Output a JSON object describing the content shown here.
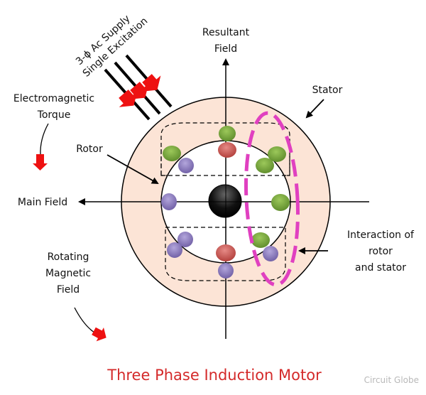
{
  "diagram": {
    "title": "Three Phase Induction Motor",
    "watermark": "Circuit Globe",
    "labels": {
      "supply_line1": "3-ϕ Ac Supply",
      "supply_line2": "Single Excitation",
      "resultant_line1": "Resultant",
      "resultant_line2": "Field",
      "stator": "Stator",
      "torque_line1": "Electromagnetic",
      "torque_line2": "Torque",
      "rotor": "Rotor",
      "main_field": "Main Field",
      "rotating_line1": "Rotating",
      "rotating_line2": "Magnetic",
      "rotating_line3": "Field",
      "interaction_line1": "Interaction of",
      "interaction_line2": "rotor",
      "interaction_line3": "and stator"
    },
    "colors": {
      "stator_fill": "#fce4d6",
      "title": "#d42a2a",
      "arrow_red": "#ee1111",
      "highlight": "#e040c0",
      "conductor_green": "#6f9a35",
      "conductor_purple": "#8a78b8",
      "conductor_red": "#c0504d"
    },
    "conductors": [
      {
        "id": "top-outer",
        "color": "green"
      },
      {
        "id": "top-inner",
        "color": "red"
      },
      {
        "id": "upper-left-outer",
        "color": "green"
      },
      {
        "id": "upper-left-inner",
        "color": "purple"
      },
      {
        "id": "upper-right-outer",
        "color": "green"
      },
      {
        "id": "upper-right-inner",
        "color": "green"
      },
      {
        "id": "left",
        "color": "purple"
      },
      {
        "id": "right",
        "color": "green"
      },
      {
        "id": "lower-left-inner",
        "color": "purple"
      },
      {
        "id": "lower-left-outer",
        "color": "purple"
      },
      {
        "id": "bottom-inner",
        "color": "red"
      },
      {
        "id": "bottom-outer",
        "color": "purple"
      },
      {
        "id": "lower-right-inner",
        "color": "green"
      },
      {
        "id": "lower-right-outer",
        "color": "purple"
      }
    ]
  }
}
